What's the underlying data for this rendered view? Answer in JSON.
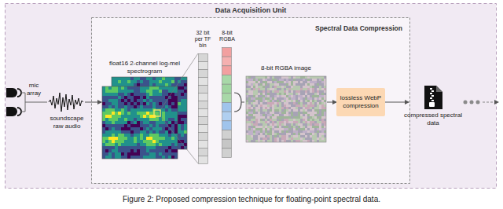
{
  "diagram": {
    "caption": "Figure 2: Proposed compression technique for floating-point spectral data.",
    "nodes": [
      {
        "text": [
          "Data Acquisition Unit"
        ]
      },
      {
        "text": [
          "Spectral Data Compression"
        ],
        "in": 0
      },
      {
        "text": [
          "float16 2-channel log-mel spectrogram"
        ],
        "in": 1
      },
      {
        "text": [
          "32 bit per TF bin"
        ],
        "in": 1
      },
      {
        "text": [
          "8-bit RGBA"
        ],
        "in": 1
      },
      {
        "text": [
          "8-bit RGBA image"
        ],
        "in": 1
      },
      {
        "text": [
          "lossless WebP compression"
        ],
        "in": 1
      },
      {
        "text": [
          "compressed spectral data"
        ],
        "in": 0
      }
    ],
    "edges": [
      {
        "from": 5,
        "to": 6,
        "arrow": "to"
      },
      {
        "from": 6,
        "to": 7,
        "arrow": "to"
      }
    ],
    "labels": [
      "mic array",
      "soundscape raw audio"
    ]
  }
}
